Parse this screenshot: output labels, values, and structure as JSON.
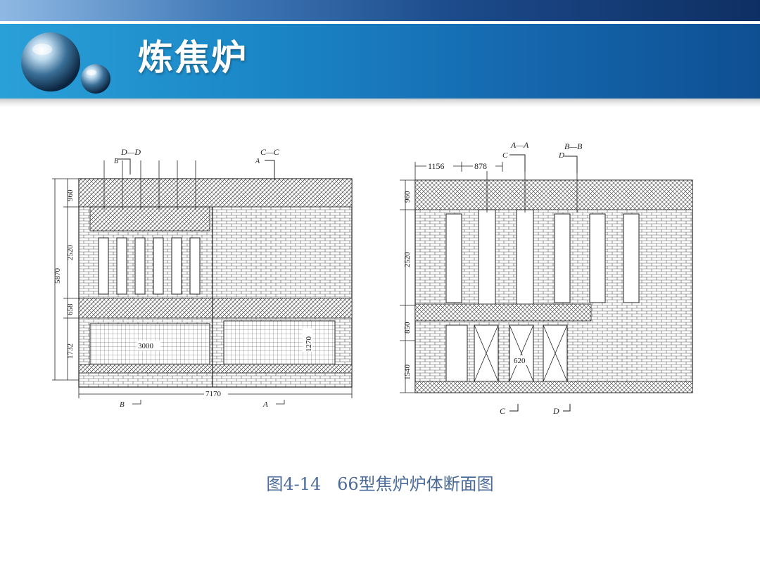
{
  "slide": {
    "title": "炼焦炉",
    "caption": "图4-14   66型焦炉炉体断面图"
  },
  "colors": {
    "banner_light": "#2aa0d8",
    "banner_dark": "#0e4f92",
    "top_strip_dark": "#0e2f63",
    "caption_text": "#4a6b9a",
    "drawing_ink": "#222222"
  },
  "left_drawing": {
    "section_top_left": "D—D",
    "section_top_right": "C—C",
    "marker_b_top": "B",
    "marker_a_top": "A",
    "dim_960": "960",
    "dim_2520": "2520",
    "dim_5870": "5870",
    "dim_658": "658",
    "dim_1732": "1732",
    "dim_3000": "3000",
    "dim_1270": "1270",
    "dim_7170": "7170",
    "marker_b_bottom": "B",
    "marker_a_bottom": "A"
  },
  "right_drawing": {
    "section_a": "A—A",
    "section_b": "B—B",
    "marker_c_top": "C",
    "marker_d_top": "D",
    "dim_1156": "1156",
    "dim_878": "878",
    "dim_960": "960",
    "dim_2520": "2520",
    "dim_850": "850",
    "dim_1540": "1540",
    "dim_620": "620",
    "marker_c_bottom": "C",
    "marker_d_bottom": "D"
  }
}
